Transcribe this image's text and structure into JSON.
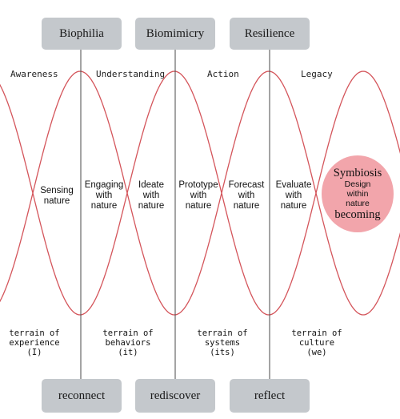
{
  "colors": {
    "tab_fill": "#c4c8cc",
    "wave_stroke": "#d4555b",
    "axis_stroke": "#4a4a4a",
    "symbiosis_fill": "#f2a5ab"
  },
  "top_tabs": [
    "Biophilia",
    "Biomimicry",
    "Resilience"
  ],
  "bottom_tabs": [
    "reconnect",
    "rediscover",
    "reflect"
  ],
  "phases": [
    "Awareness",
    "Understanding",
    "Action",
    "Legacy"
  ],
  "crossing_labels": [
    [
      "Sensing",
      "nature"
    ],
    [
      "Engaging",
      "with",
      "nature"
    ],
    [
      "Ideate",
      "with",
      "nature"
    ],
    [
      "Prototype",
      "with",
      "nature"
    ],
    [
      "Forecast",
      "with",
      "nature"
    ],
    [
      "Evaluate",
      "with",
      "nature"
    ]
  ],
  "terrains": [
    [
      "terrain of",
      "experience",
      "(I)"
    ],
    [
      "terrain of",
      "behaviors",
      "(it)"
    ],
    [
      "terrain of",
      "systems",
      "(its)"
    ],
    [
      "terrain of",
      "culture",
      "(we)"
    ]
  ],
  "symbiosis": {
    "title": "Symbiosis",
    "lines": [
      "Design",
      "within",
      "nature"
    ],
    "footer": "becoming"
  }
}
